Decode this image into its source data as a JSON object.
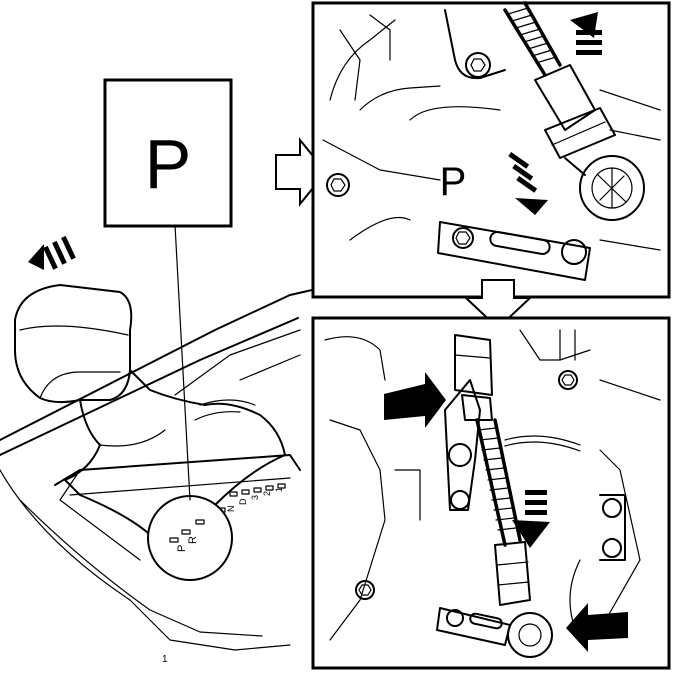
{
  "callout_label": "P",
  "panel_top_label": "P",
  "gate_marks": [
    "P",
    "R",
    "N",
    "D",
    "3",
    "2",
    "1"
  ],
  "figure_number": "1"
}
